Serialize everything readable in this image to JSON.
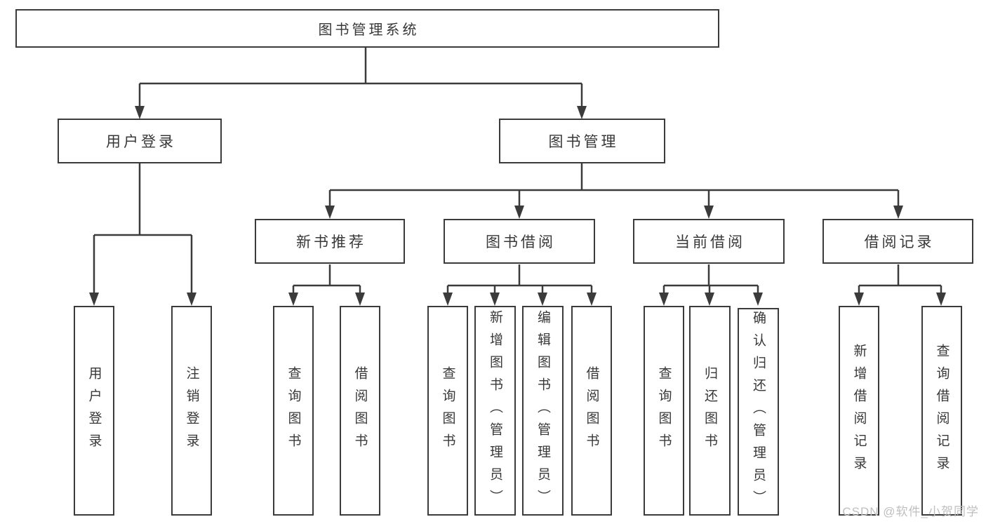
{
  "watermark": {
    "text": "CSDN @软件_小贺同学"
  },
  "tree": {
    "label": "图书管理系统",
    "children": [
      {
        "label": "用户登录",
        "children": [
          {
            "label": "用户登录"
          },
          {
            "label": "注销登录"
          }
        ]
      },
      {
        "label": "图书管理",
        "children": [
          {
            "label": "新书推荐",
            "children": [
              {
                "label": "查询图书"
              },
              {
                "label": "借阅图书"
              }
            ]
          },
          {
            "label": "图书借阅",
            "children": [
              {
                "label": "查询图书"
              },
              {
                "label": "新增图书（管理员）"
              },
              {
                "label": "编辑图书（管理员）"
              },
              {
                "label": "借阅图书"
              }
            ]
          },
          {
            "label": "当前借阅",
            "children": [
              {
                "label": "查询图书"
              },
              {
                "label": "归还图书"
              },
              {
                "label": "确认归还（管理员）"
              }
            ]
          },
          {
            "label": "借阅记录",
            "children": [
              {
                "label": "新增借阅记录"
              },
              {
                "label": "查询借阅记录"
              }
            ]
          }
        ]
      }
    ]
  }
}
